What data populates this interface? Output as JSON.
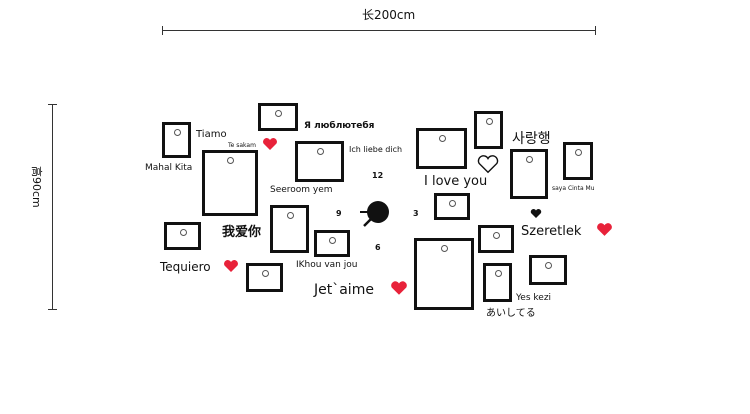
{
  "dimensions": {
    "width_label": "长200cm",
    "height_label": "高90cm"
  },
  "phrases": {
    "tiamo": "Tiamo",
    "te_sakam": "Te sakam",
    "mahal_kita": "Mahal Kita",
    "ya_lyublyu": "Я люблютебя",
    "ich_liebe_dich": "Ich liebe dich",
    "seeroom_yem": "Seeroom yem",
    "wo_ai_ni": "我爱你",
    "tequiero": "Tequiero",
    "ikhou": "IKhou van jou",
    "jetaime": "Jet`aime",
    "i_love_you": "I love you",
    "saranghae": "사랑행",
    "saya_cinta_mu": "saya Cinta Mu",
    "szeretlek": "Szeretlek",
    "yes_kezi": "Yes kezi",
    "aishiteru": "あいしてる"
  },
  "clock": {
    "n12": "12",
    "n3": "3",
    "n6": "6",
    "n9": "9"
  },
  "colors": {
    "heart_red": "#e8223a",
    "frame": "#111111"
  }
}
